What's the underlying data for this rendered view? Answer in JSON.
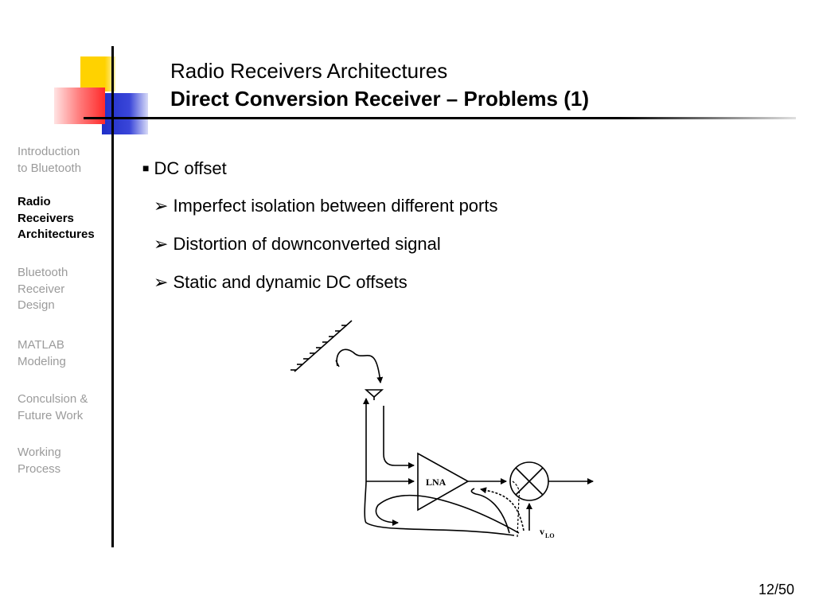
{
  "header": {
    "title": "Radio Receivers Architectures",
    "subtitle": "Direct Conversion Receiver – Problems (1)"
  },
  "sidebar": {
    "items": [
      {
        "lines": [
          "Introduction",
          "to Bluetooth"
        ],
        "active": false
      },
      {
        "lines": [
          "Radio",
          "Receivers",
          "Architectures"
        ],
        "active": true
      },
      {
        "lines": [
          "Bluetooth",
          "Receiver",
          "Design"
        ],
        "active": false
      },
      {
        "lines": [
          "MATLAB",
          "Modeling"
        ],
        "active": false
      },
      {
        "lines": [
          "Conculsion &",
          "Future Work"
        ],
        "active": false
      },
      {
        "lines": [
          "Working",
          "Process"
        ],
        "active": false
      }
    ]
  },
  "content": {
    "bullet": "DC offset",
    "subbullets": [
      "Imperfect isolation between different ports",
      "Distortion of downconverted signal",
      "Static and dynamic DC offsets"
    ]
  },
  "diagram": {
    "lna_label": "LNA",
    "lo_label": "v",
    "lo_sub": "LO"
  },
  "footer": {
    "page": "12/50"
  },
  "colors": {
    "logo_yellow": "#ffd200",
    "logo_blue": "#1f2fc8",
    "logo_red": "#ff2a2a",
    "sidebar_inactive": "#9b9b9b"
  }
}
